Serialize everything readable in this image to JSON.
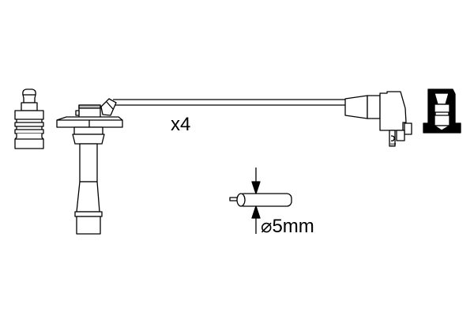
{
  "diagram": {
    "type": "technical-parts-drawing",
    "subject": "ignition-cable-set",
    "colors": {
      "line": "#000000",
      "background": "#ffffff",
      "hatch": "#000000"
    },
    "labels": {
      "quantity": "x4",
      "diameter": "⌀5mm"
    },
    "parts": [
      {
        "id": "spark-plug-connector-small",
        "label": ""
      },
      {
        "id": "spark-plug-boot",
        "label": ""
      },
      {
        "id": "cable",
        "label": ""
      },
      {
        "id": "coil-connector",
        "label": ""
      },
      {
        "id": "cap-section",
        "label": ""
      },
      {
        "id": "cable-cross-section",
        "label": ""
      }
    ]
  }
}
